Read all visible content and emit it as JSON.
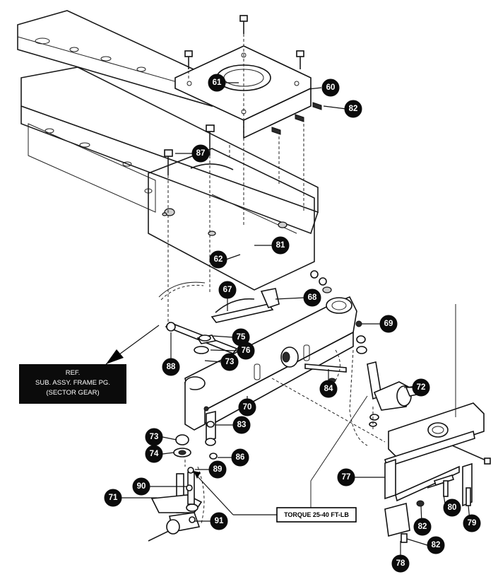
{
  "callouts": [
    "60",
    "61",
    "82",
    "87",
    "81",
    "62",
    "67",
    "68",
    "69",
    "75",
    "76",
    "88",
    "73",
    "84",
    "72",
    "70",
    "83",
    "73",
    "74",
    "86",
    "89",
    "77",
    "90",
    "71",
    "91",
    "80",
    "79",
    "82",
    "78",
    "82"
  ],
  "ref_note": {
    "line1": "REF.",
    "line2": "SUB. ASSY. FRAME PG.",
    "line3": "(SECTOR GEAR)"
  },
  "torque_note": "TORQUE 25-40 FT-LB"
}
